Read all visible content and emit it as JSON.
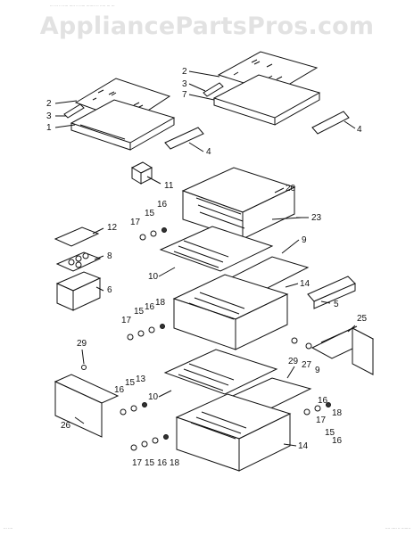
{
  "header_note": "··· ··· ·· ····· ····· ·· ····· ········ ·· ····· ··· ···",
  "watermark": "AppliancePartsPros.com",
  "footer": {
    "left": "··· ····",
    "right": "···· ····· ·· ········"
  },
  "callouts": {
    "c1": "1",
    "c2a": "2",
    "c2b": "2",
    "c3a": "3",
    "c3b": "3",
    "c4a": "4",
    "c4b": "4",
    "c5": "5",
    "c6": "6",
    "c7": "7",
    "c8": "8",
    "c9a": "9",
    "c9b": "9",
    "c10a": "10",
    "c10b": "10",
    "c11": "11",
    "c12": "12",
    "c13": "13",
    "c14a": "14",
    "c14b": "14",
    "c15a": "15",
    "c15b": "15",
    "c15c": "15",
    "c15d": "15",
    "c15e": "15",
    "c16a": "16",
    "c16b": "16",
    "c16c": "16",
    "c16d": "16",
    "c16e": "16",
    "c17a": "17",
    "c17b": "17",
    "c17c": "17",
    "c17d": "17",
    "c18a": "18",
    "c18b": "18",
    "c18c": "18",
    "c20": "20",
    "c23": "23",
    "c25": "25",
    "c26": "26",
    "c27": "27",
    "c29a": "29",
    "c29b": "29"
  }
}
